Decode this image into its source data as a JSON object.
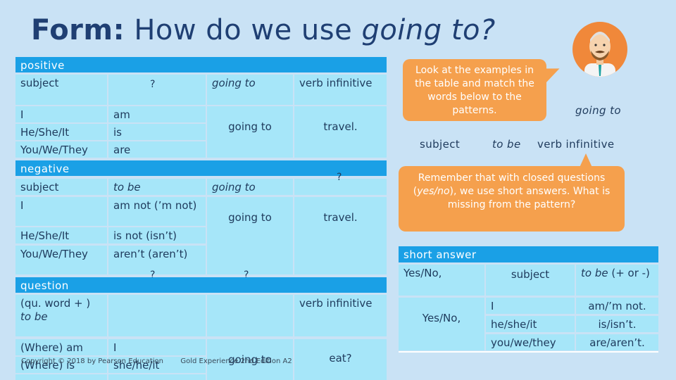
{
  "title": {
    "bold": "Form:",
    "plain": "How do we use ",
    "italic": "going to?"
  },
  "positive": {
    "header": "positive",
    "cols": {
      "c1": "subject",
      "c2": "?",
      "c3": "going to",
      "c4": "verb infinitive"
    },
    "rows": [
      {
        "subject": "I",
        "be": "am"
      },
      {
        "subject": "He/She/It",
        "be": "is"
      },
      {
        "subject": "You/We/They",
        "be": "are"
      }
    ],
    "going_to": "going to",
    "verb": "travel."
  },
  "negative": {
    "header": "negative",
    "cols": {
      "c1": "subject",
      "c2": "to be",
      "c3": "going to",
      "c4": "?"
    },
    "rows": [
      {
        "subject": "I",
        "be": "am not (’m not)"
      },
      {
        "subject": "He/She/It",
        "be": "is not (isn’t)"
      },
      {
        "subject": "You/We/They",
        "be": "aren’t (aren’t)"
      }
    ],
    "going_to": "going to",
    "verb": "travel."
  },
  "question_marks": {
    "q1": "?",
    "q2": "?"
  },
  "question": {
    "header": "question",
    "cols": {
      "c1a": "(qu. word + )",
      "c1b": "to be",
      "c4": "verb infinitive"
    },
    "rows": [
      {
        "subject": "(Where) am",
        "be": "I"
      },
      {
        "subject": "(Where) is",
        "be": "she/he/it"
      }
    ],
    "going_to": "going to",
    "verb": "eat?"
  },
  "bubble1": {
    "text": "Look at the examples in the table and match the words below to the patterns."
  },
  "bubble2": {
    "text_a": "Remember that with closed questions (",
    "text_italic": "yes/no",
    "text_b": "), we use short answers. What is missing from the pattern?"
  },
  "words": {
    "going_to": "going to",
    "subject": "subject",
    "to_be": "to be",
    "verb_infinitive": "verb infinitive"
  },
  "short_answer": {
    "header": "short answer",
    "head_row": {
      "c1": "Yes/No,",
      "c2": "subject",
      "c3_italic": "to be",
      "c3_rest": " (+ or -)"
    },
    "yes_no": "Yes/No,",
    "rows": [
      {
        "subject": "I",
        "be": "am/’m not."
      },
      {
        "subject": "he/she/it",
        "be": "is/isn’t."
      },
      {
        "subject": "you/we/they",
        "be": "are/aren’t."
      }
    ]
  },
  "footer": {
    "copyright": "Copyright © 2018 by Pearson Education",
    "course": "Gold Experience 2nd Edition A2"
  },
  "colors": {
    "background": "#c9e2f5",
    "header": "#1aa0e6",
    "cell": "#a6e6f9",
    "bubble": "#f5a04d",
    "title": "#1f3f73"
  }
}
